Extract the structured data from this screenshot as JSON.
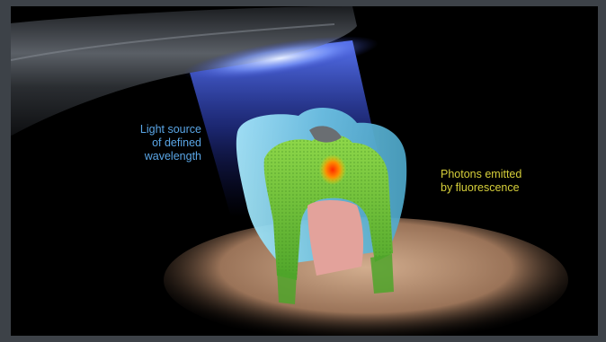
{
  "labels": {
    "light_source": {
      "lines": [
        "Light source",
        "of defined",
        "wavelength"
      ],
      "color": "#5aa6e6"
    },
    "photons": {
      "lines": [
        "Photons emitted",
        "by fluorescence"
      ],
      "color": "#d6cf3a"
    }
  },
  "colors": {
    "frame": "#3d4248",
    "background": "#000000",
    "device_body": "#2a2d31",
    "beam": "#3c5cff",
    "enamel": "#7fd6f0",
    "dentin": "#6cc43a",
    "pulp": "#e8a6a0",
    "lesion": "#ff7a00",
    "gum": "#b58e72"
  }
}
